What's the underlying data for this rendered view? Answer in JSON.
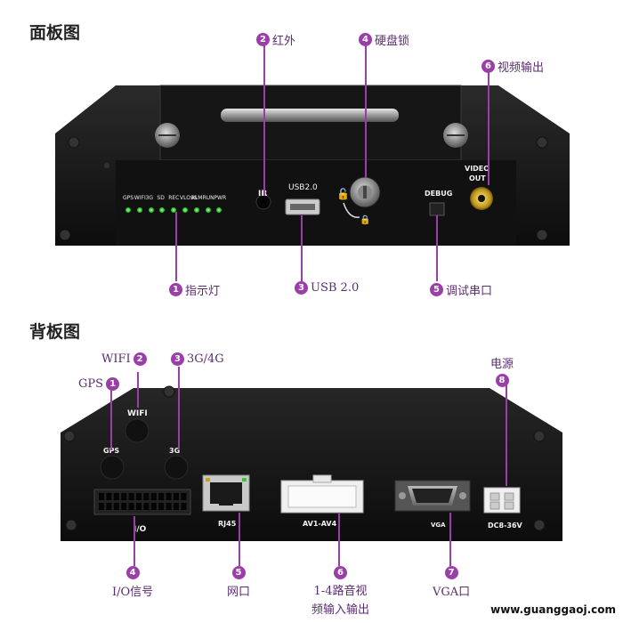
{
  "front": {
    "title": "面板图",
    "callouts": [
      {
        "num": "1",
        "text": "指示灯"
      },
      {
        "num": "2",
        "text": "红外"
      },
      {
        "num": "3",
        "text": "USB 2.0"
      },
      {
        "num": "4",
        "text": "硬盘锁"
      },
      {
        "num": "5",
        "text": "调试串口"
      },
      {
        "num": "6",
        "text": "视频输出"
      }
    ],
    "led_labels": [
      "GPS",
      "WIFI",
      "3G",
      "SD",
      "REC",
      "VLOSS",
      "ALM",
      "RUN",
      "PWR"
    ],
    "device_labels": {
      "ir": "IR",
      "usb": "USB2.0",
      "debug": "DEBUG",
      "video_out_1": "VIDEO",
      "video_out_2": "OUT"
    }
  },
  "back": {
    "title": "背板图",
    "callouts": [
      {
        "num": "1",
        "text": "GPS"
      },
      {
        "num": "2",
        "text": "WIFI"
      },
      {
        "num": "3",
        "text": "3G/4G"
      },
      {
        "num": "4",
        "text": "I/O信号"
      },
      {
        "num": "5",
        "text": "网口"
      },
      {
        "num": "6",
        "text": "1-4路音视"
      },
      {
        "num": "7",
        "text": "VGA口"
      },
      {
        "num": "8",
        "text": "电源"
      }
    ],
    "callout_6_line2": "频输入输出",
    "device_labels": {
      "wifi": "WIFI",
      "gps": "GPS",
      "g3": "3G",
      "io": "I/O",
      "rj45": "RJ45",
      "av": "AV1-AV4",
      "vga": "VGA",
      "dc": "DC8-36V"
    }
  },
  "watermark": "www.guanggaoj.com"
}
